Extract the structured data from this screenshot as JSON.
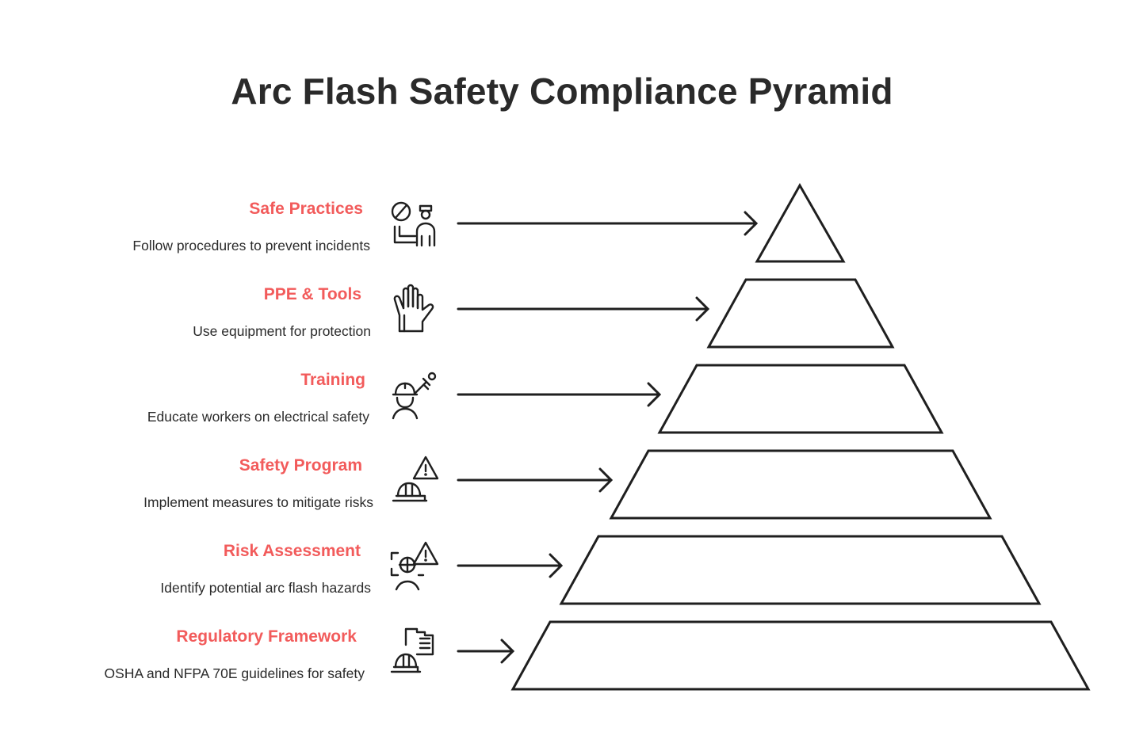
{
  "title": "Arc Flash Safety Compliance Pyramid",
  "colors": {
    "heading": "#f25b5b",
    "text": "#2a2a2a",
    "stroke": "#1f1f1f"
  },
  "levels": [
    {
      "heading": "Safe Practices",
      "description": "Follow procedures to prevent incidents",
      "icon": "worker-prohibition-icon"
    },
    {
      "heading": "PPE & Tools",
      "description": "Use equipment for protection",
      "icon": "safety-glove-icon"
    },
    {
      "heading": "Training",
      "description": "Educate workers on electrical safety",
      "icon": "worker-with-tool-icon"
    },
    {
      "heading": "Safety Program",
      "description": "Implement measures to mitigate risks",
      "icon": "hazard-warning-helmet-icon"
    },
    {
      "heading": "Risk Assessment",
      "description": "Identify potential arc flash hazards",
      "icon": "hazard-scan-icon"
    },
    {
      "heading": "Regulatory Framework",
      "description": "OSHA and NFPA 70E guidelines for safety",
      "icon": "regulations-document-helmet-icon"
    }
  ]
}
